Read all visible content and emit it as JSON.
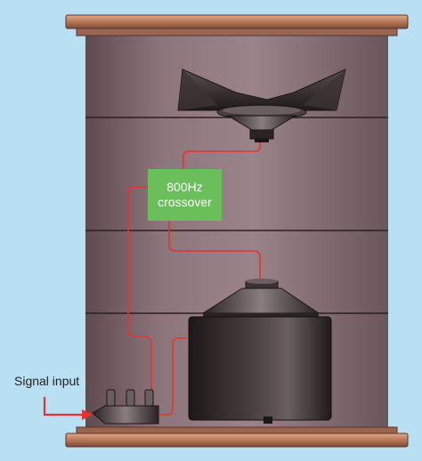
{
  "crossover": {
    "line1": "800Hz",
    "line2": "crossover"
  },
  "signal_input": {
    "label": "Signal input"
  },
  "colors": {
    "background": "#b9dff2",
    "cabinet_wood": "#8a7276",
    "rim_copper": "#c0866a",
    "crossover_box": "#6bbf5a",
    "wire": "#e8332c",
    "arrow": "#e8332c",
    "driver_dark": "#2a2425"
  },
  "icons": {
    "horn_tweeter": "horn-tweeter-icon",
    "bass_driver": "bass-driver-icon",
    "input_terminal": "input-terminal-icon"
  }
}
